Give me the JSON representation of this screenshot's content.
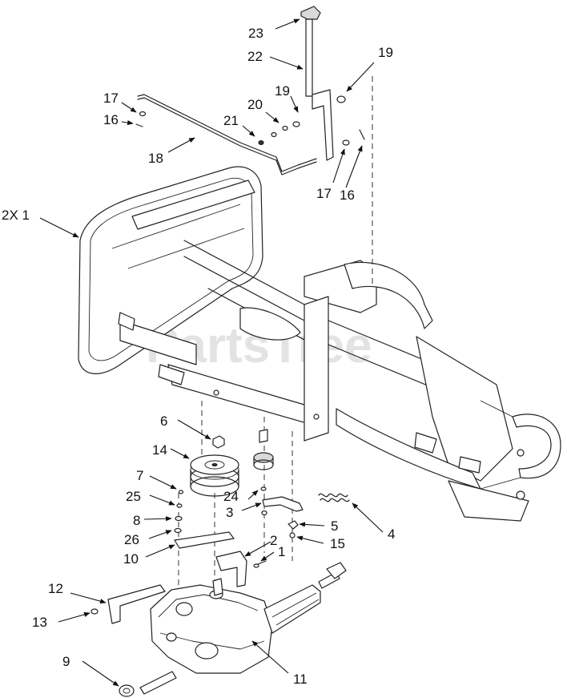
{
  "watermark": "PartsTree",
  "callouts": [
    "23",
    "22",
    "19",
    "19",
    "20",
    "21",
    "17",
    "16",
    "18",
    "17",
    "16",
    "2X 1",
    "6",
    "14",
    "7",
    "25",
    "8",
    "26",
    "10",
    "24",
    "3",
    "5",
    "15",
    "4",
    "2",
    "1",
    "12",
    "13",
    "9",
    "11"
  ]
}
